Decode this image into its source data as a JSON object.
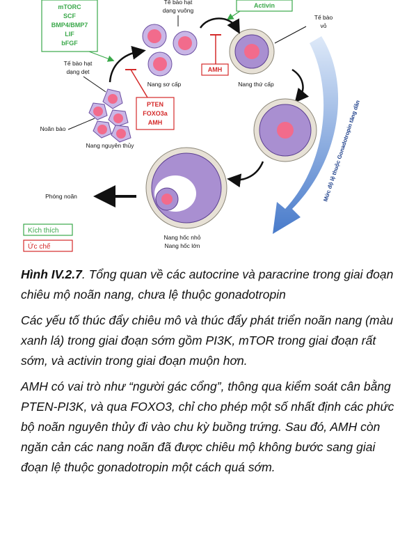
{
  "figure": {
    "stimulators_list": [
      "mTORC",
      "SCF",
      "BMP4/BMP7",
      "LIF",
      "bFGF"
    ],
    "activin_label": "Activin",
    "inhibitors_list": [
      "PTEN",
      "FOXO3a",
      "AMH"
    ],
    "amh_label": "AMH",
    "labels": {
      "flat_granulosa": [
        "Tế bào hạt",
        "dạng dẹt"
      ],
      "cuboidal_granulosa": [
        "Tế bào hạt",
        "dạng vuông"
      ],
      "theca_cells": [
        "Tế bào",
        "vỏ"
      ],
      "oocyte": "Noãn bào",
      "primordial_follicle": "Nang nguyên thủy",
      "primary_follicle": "Nang sơ cấp",
      "secondary_follicle": "Nang thứ cấp",
      "ovulation": "Phóng noãn",
      "antral_follicles": [
        "Nang hốc nhỏ",
        "Nang hốc lớn"
      ],
      "gonadotropin_dependence": "Mức độ lệ thuộc Gonadotropin tăng dần"
    },
    "legend": {
      "stimulate": "Kích thích",
      "inhibit": "Ức chế"
    },
    "colors": {
      "stimulate": "#3aa84a",
      "inhibit": "#d42a2a",
      "oocyte": "#f26b8c",
      "granulosa": "#a98fd1",
      "gradient_arrow": "#4a7fcf"
    }
  },
  "caption": {
    "figure_number": "Hình IV.2.7",
    "title": ". Tổng quan về các autocrine và paracrine trong giai đoạn chiêu mộ noãn nang, chưa lệ thuộc gonadotropin"
  },
  "paragraphs": [
    "Các yếu tố thúc đẩy chiêu mô và thúc đẩy phát triển noãn nang (màu xanh lá) trong giai đoạn sớm gồm PI3K, mTOR trong giai đoạn rất sớm, và activin trong giai đoạn muộn hơn.",
    "AMH có vai trò như “người gác cổng”, thông qua kiểm soát cân bằng PTEN-PI3K, và qua FOXO3, chỉ cho phép một số nhất định các phức bộ noãn nguyên thủy đi vào chu kỳ buồng trứng. Sau đó, AMH còn ngăn cản các nang noãn đã được chiêu mộ không bước sang giai đoạn lệ thuộc gonadotropin một cách quá sớm."
  ]
}
